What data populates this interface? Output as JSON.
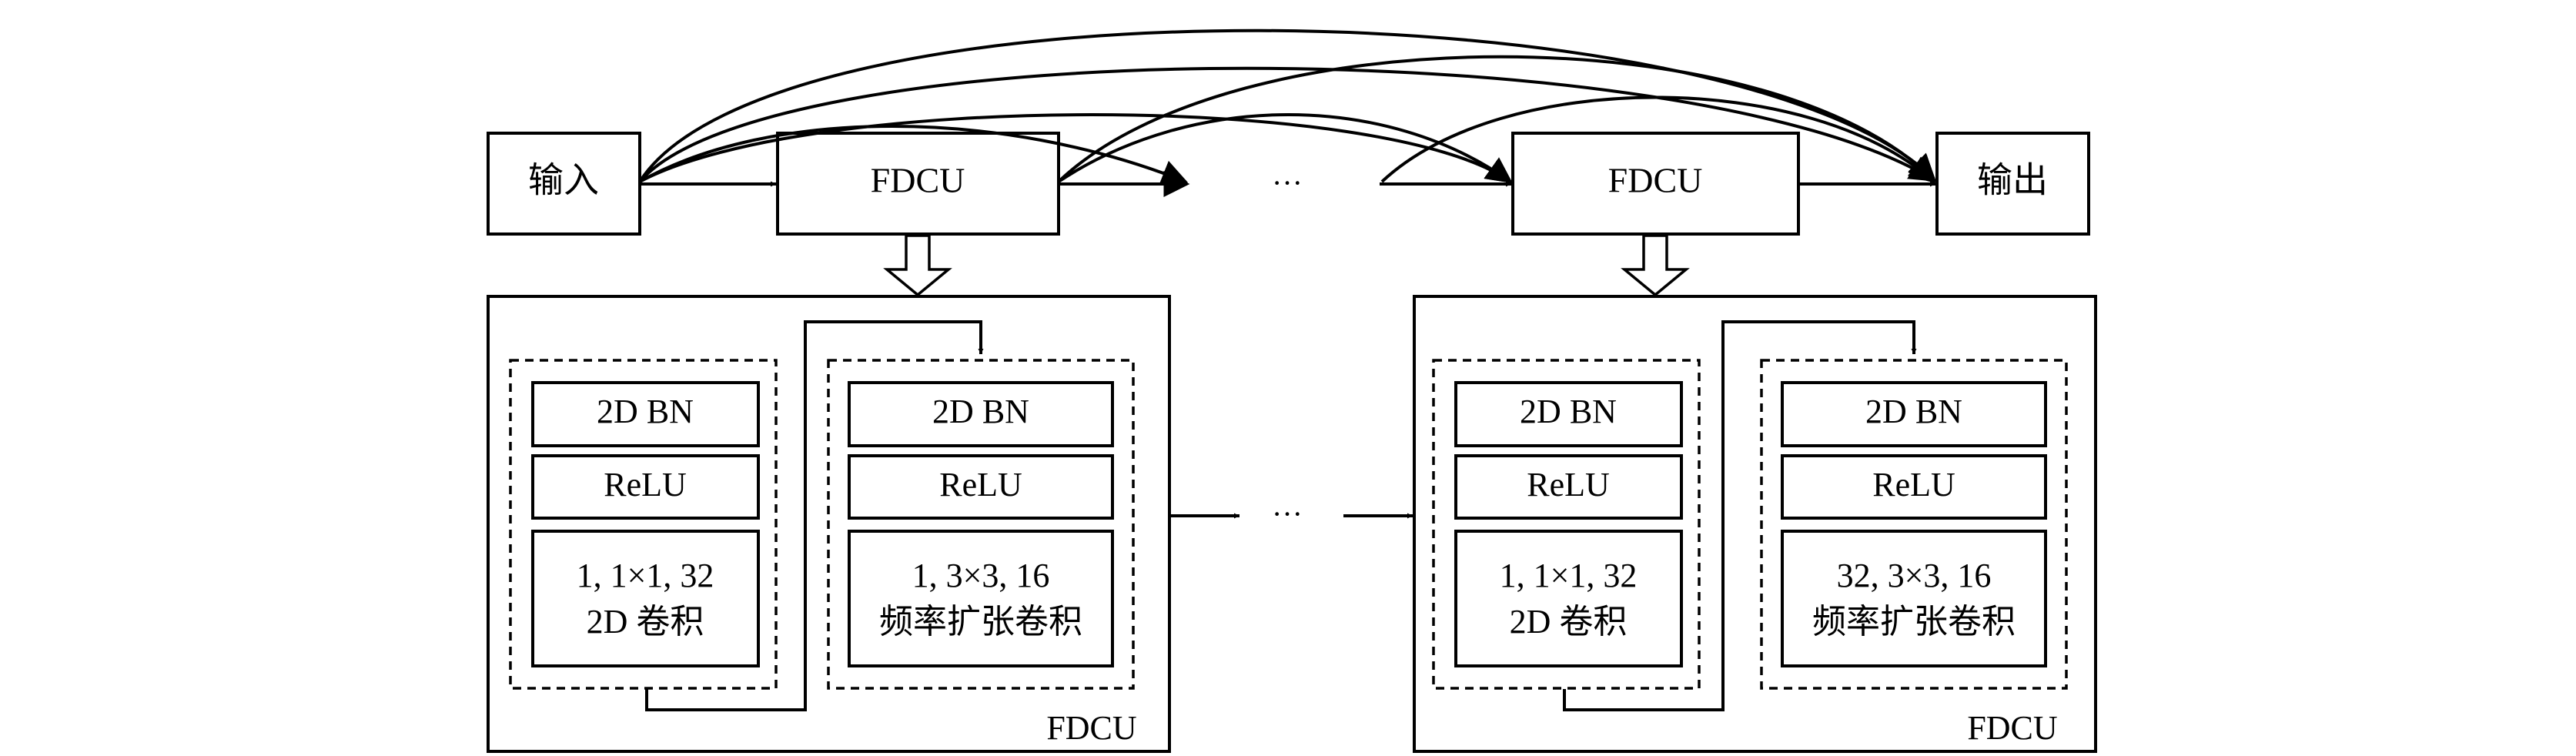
{
  "top_row": {
    "input_label": "输入",
    "output_label": "输出",
    "unit_label": "FDCU",
    "ellipsis": "···"
  },
  "middle_ellipsis": "···",
  "detail_left": {
    "caption": "FDCU",
    "branch_a": {
      "bn": "2D BN",
      "relu": "ReLU",
      "conv_params": "1, 1×1, 32",
      "conv_type": "2D 卷积"
    },
    "branch_b": {
      "bn": "2D BN",
      "relu": "ReLU",
      "conv_params": "1, 3×3, 16",
      "conv_type": "频率扩张卷积"
    }
  },
  "detail_right": {
    "caption": "FDCU",
    "branch_a": {
      "bn": "2D BN",
      "relu": "ReLU",
      "conv_params": "1, 1×1, 32",
      "conv_type": "2D 卷积"
    },
    "branch_b": {
      "bn": "2D BN",
      "relu": "ReLU",
      "conv_params": "32, 3×3, 16",
      "conv_type": "频率扩张卷积"
    }
  }
}
